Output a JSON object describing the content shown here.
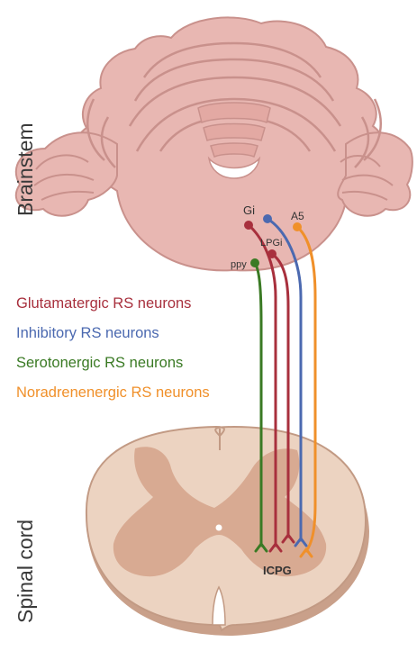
{
  "regions": {
    "brainstem": "Brainstem",
    "spinal_cord": "Spinal cord"
  },
  "nuclei": {
    "gi": "Gi",
    "a5": "A5",
    "lpgi": "LPGi",
    "ppy": "ppy",
    "icpg": "ICPG"
  },
  "legend": [
    {
      "label": "Glutamatergic RS neurons",
      "color": "#a8303d"
    },
    {
      "label": "Inhibitory RS neurons",
      "color": "#4b69b0"
    },
    {
      "label": "Serotonergic RS neurons",
      "color": "#3a7a24"
    },
    {
      "label": "Noradrenenergic RS neurons",
      "color": "#f0902a"
    }
  ],
  "colors": {
    "brainstem_fill": "#e8b7b2",
    "brainstem_stroke": "#c9918c",
    "cord_white_matter": "#ecd3c1",
    "cord_gray_matter": "#d8aa92",
    "cord_outline": "#c29a84"
  }
}
